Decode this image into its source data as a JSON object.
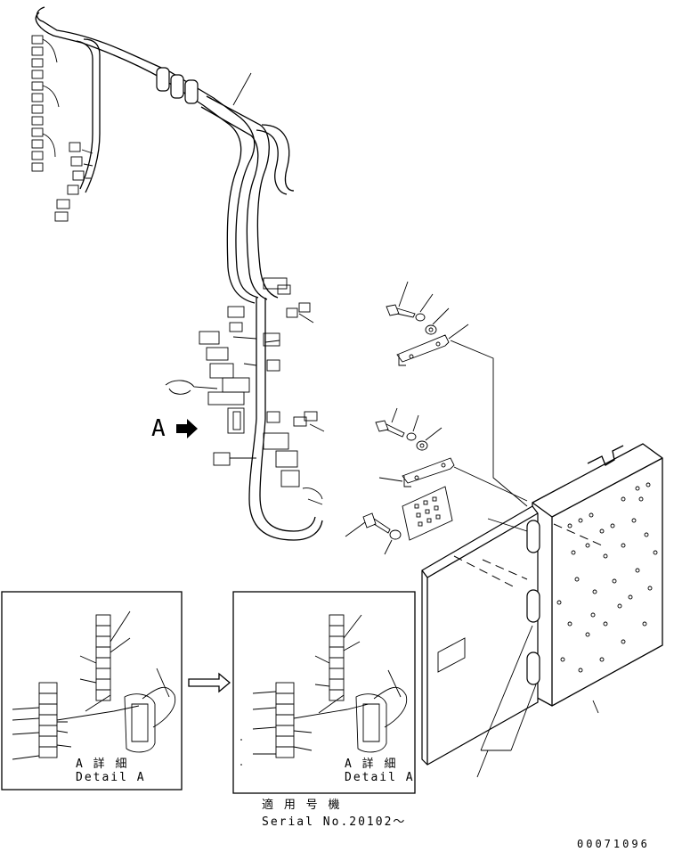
{
  "view_marker": "A",
  "detail_captions": [
    {
      "jp": "A 詳 細",
      "en": "Detail A"
    },
    {
      "jp": "A 詳 細",
      "en": "Detail A"
    }
  ],
  "applicability": {
    "jp": "適 用 号 機",
    "en": "Serial No.20102～"
  },
  "document_number": "00071096"
}
